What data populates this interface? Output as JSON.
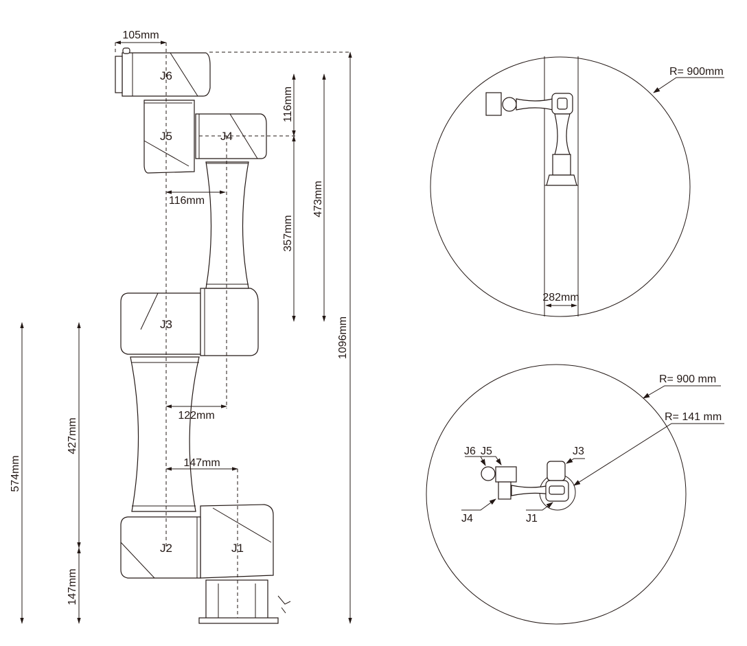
{
  "side_view": {
    "joints": {
      "j1": "J1",
      "j2": "J2",
      "j3": "J3",
      "j4": "J4",
      "j5": "J5",
      "j6": "J6"
    },
    "dimensions": {
      "flange_offset": "105mm",
      "j4_j6_height": "116mm",
      "j4_j5_offset": "116mm",
      "upper_arm": "357mm",
      "j3_to_top": "473mm",
      "total_height": "1096mm",
      "j3_j4_offset": "122mm",
      "j1_j2_offset": "147mm",
      "forearm": "427mm",
      "base_height": "147mm",
      "j3_height": "574mm"
    }
  },
  "top_view_1": {
    "radius": "R= 900mm",
    "width": "282mm"
  },
  "top_view_2": {
    "radius_outer": "R= 900 mm",
    "radius_inner": "R= 141 mm",
    "joints": {
      "j1": "J1",
      "j3": "J3",
      "j4": "J4",
      "j5": "J5",
      "j6": "J6"
    }
  }
}
